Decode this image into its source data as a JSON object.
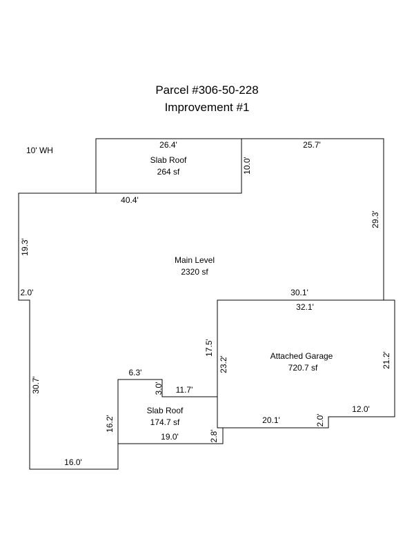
{
  "header": {
    "parcel": "Parcel #306-50-228",
    "improvement": "Improvement #1"
  },
  "note": "10' WH",
  "areas": {
    "slab_roof_top": {
      "name": "Slab Roof",
      "size": "264 sf"
    },
    "main_level": {
      "name": "Main Level",
      "size": "2320 sf"
    },
    "garage": {
      "name": "Attached Garage",
      "size": "720.7 sf"
    },
    "slab_roof_bottom": {
      "name": "Slab Roof",
      "size": "174.7 sf"
    }
  },
  "dimensions": {
    "slab_top_width": "26.4'",
    "slab_top_height": "10.0'",
    "main_top_right": "25.7'",
    "main_top_left": "40.4'",
    "main_right": "29.3'",
    "main_left_upper": "19.3'",
    "main_step_left": "2.0'",
    "main_bottom_right": "30.1'",
    "garage_top": "32.1'",
    "main_left_lower": "30.7'",
    "main_bottom": "16.0'",
    "main_inner_vertical": "17.5'",
    "garage_left": "23.2'",
    "garage_right": "21.2'",
    "garage_bottom_left": "20.1'",
    "garage_step": "2.0'",
    "garage_bottom_right": "12.0'",
    "slab_bot_top_step": "6.3'",
    "slab_bot_step_height": "3.0'",
    "slab_bot_top": "11.7'",
    "slab_bot_left": "16.2'",
    "slab_bot_bottom": "19.0'",
    "slab_bot_right": "2.8'"
  }
}
